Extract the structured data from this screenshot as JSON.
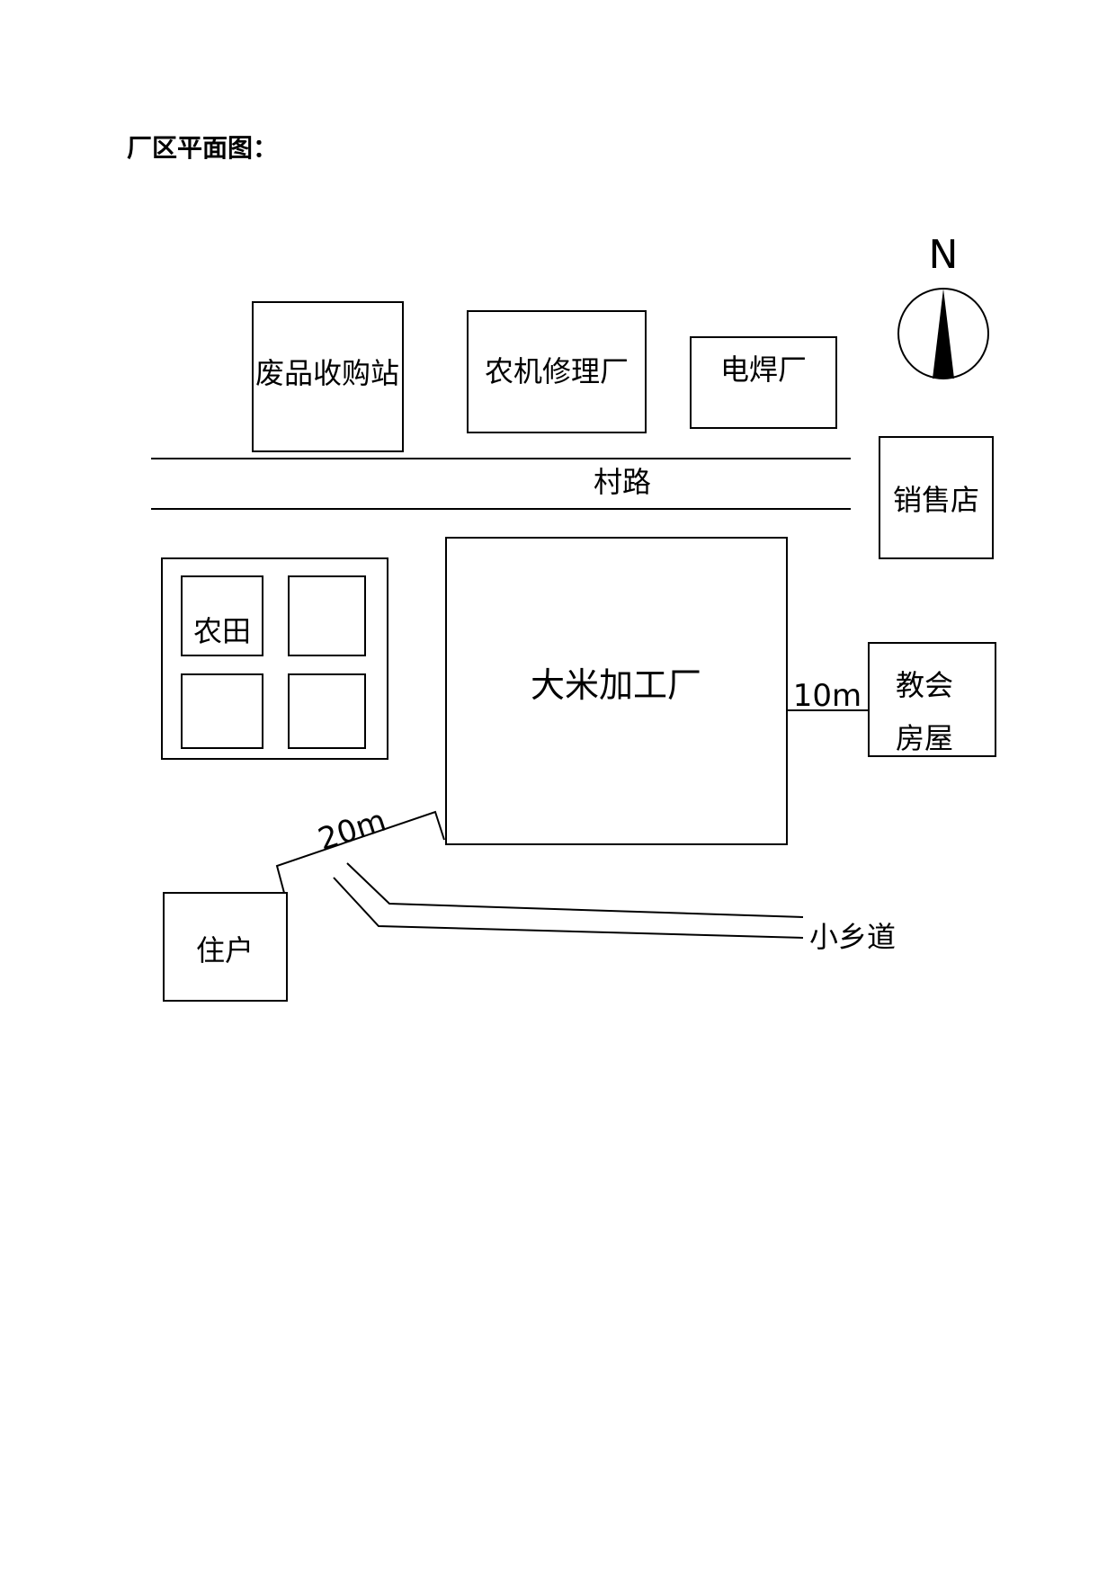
{
  "heading": "厂区平面图：",
  "north": "N",
  "buildings": {
    "recycling_station": "废品收购站",
    "farm_machinery_repair": "农机修理厂",
    "welding_plant": "电焊厂",
    "store": "销售店",
    "rice_mill": "大米加工厂",
    "church_line1": "教会",
    "church_line2": "房屋",
    "resident": "住户",
    "farmland": "农田"
  },
  "roads": {
    "village_road": "村路",
    "country_lane": "小乡道"
  },
  "distances": {
    "to_church": "10m",
    "to_resident": "20m"
  }
}
